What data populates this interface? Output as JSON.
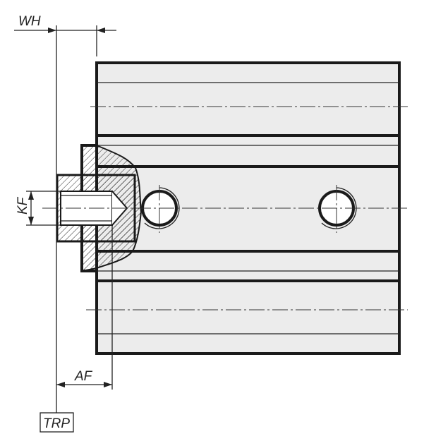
{
  "labels": {
    "wh": "WH",
    "kf": "KF",
    "af": "AF",
    "trp": "TRP"
  },
  "colors": {
    "line": "#1a1a1a",
    "body_fill": "#ececec",
    "background": "#ffffff"
  }
}
